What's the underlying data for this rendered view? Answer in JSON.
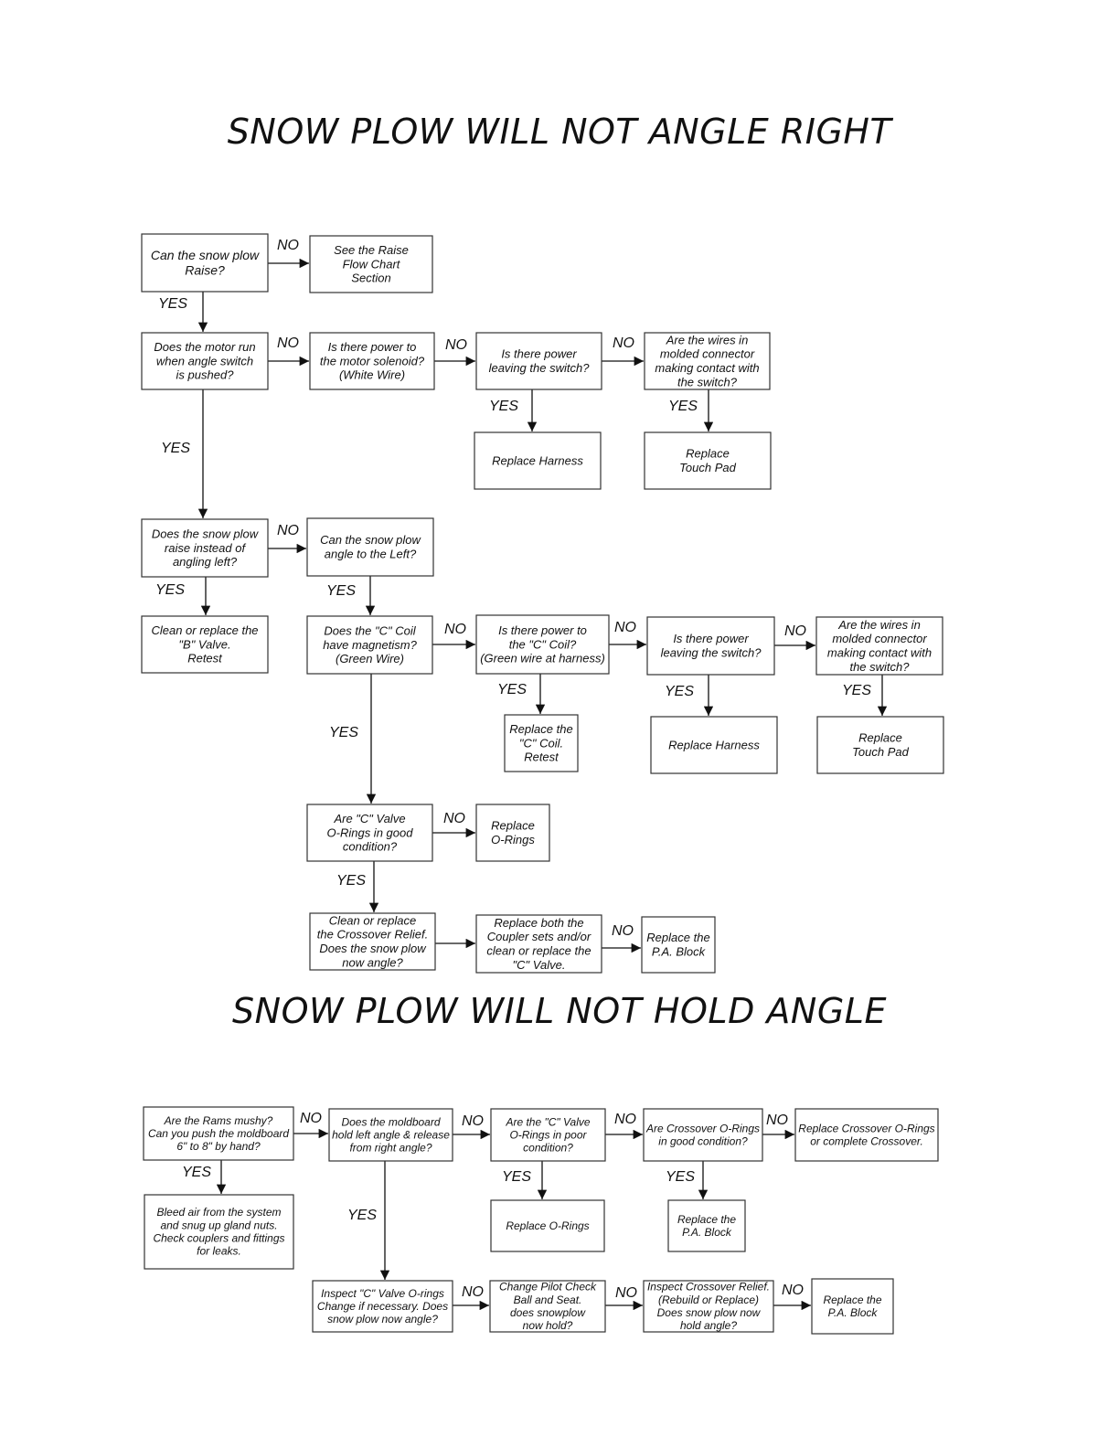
{
  "titles": {
    "angle_right": "SNOW PLOW WILL NOT ANGLE RIGHT",
    "hold_angle": "SNOW PLOW WILL NOT HOLD ANGLE"
  },
  "nodes": {
    "raise_q": [
      "Can the snow plow",
      "Raise?"
    ],
    "raise_chart": [
      "See the Raise",
      "Flow Chart",
      "Section"
    ],
    "motor_q": [
      "Does the motor run",
      "when angle switch",
      "is pushed?"
    ],
    "power_solenoid_q": [
      "Is there power to",
      "the motor solenoid?",
      "(White Wire)"
    ],
    "power_switch_q1": [
      "Is there power",
      "leaving the switch?"
    ],
    "wires_q1": [
      "Are the wires in",
      "molded connector",
      "making contact with",
      "the switch?"
    ],
    "replace_harness1": [
      "Replace Harness"
    ],
    "replace_touchpad1": [
      "Replace",
      "Touch Pad"
    ],
    "raise_instead_q": [
      "Does the snow plow",
      "raise instead of",
      "angling left?"
    ],
    "angle_left_q": [
      "Can the snow plow",
      "angle to the Left?"
    ],
    "b_valve": [
      "Clean or replace the",
      "\"B\" Valve.",
      "Retest"
    ],
    "c_coil_q": [
      "Does the \"C\" Coil",
      "have magnetism?",
      "(Green Wire)"
    ],
    "power_c_coil_q": [
      "Is there power to",
      "the \"C\" Coil?",
      "(Green wire at harness)"
    ],
    "power_switch_q2": [
      "Is there power",
      "leaving the switch?"
    ],
    "wires_q2": [
      "Are the wires in",
      "molded connector",
      "making contact with",
      "the switch?"
    ],
    "replace_c_coil": [
      "Replace the",
      "\"C\" Coil.",
      "Retest"
    ],
    "replace_harness2": [
      "Replace Harness"
    ],
    "replace_touchpad2": [
      "Replace",
      "Touch Pad"
    ],
    "c_valve_orings_q": [
      "Are \"C\" Valve",
      "O-Rings in good",
      "condition?"
    ],
    "replace_orings1": [
      "Replace",
      "O-Rings"
    ],
    "crossover_relief_q": [
      "Clean or replace",
      "the Crossover Relief.",
      "Does the snow plow",
      "now angle?"
    ],
    "coupler_q": [
      "Replace both the",
      "Coupler sets and/or",
      "clean or replace the",
      "\"C\" Valve."
    ],
    "replace_pa1": [
      "Replace the",
      "P.A. Block"
    ],
    "rams_mushy_q": [
      "Are the Rams mushy?",
      "Can you push the moldboard",
      "6\" to 8\"  by hand?"
    ],
    "moldboard_q": [
      "Does the moldboard",
      "hold left angle & release",
      "from right angle?"
    ],
    "c_valve_poor_q": [
      "Are the \"C\" Valve",
      "O-Rings in poor",
      "condition?"
    ],
    "crossover_orings_q": [
      "Are Crossover O-Rings",
      "in good condition?"
    ],
    "replace_crossover": [
      "Replace Crossover O-Rings",
      "or complete Crossover."
    ],
    "bleed_air": [
      "Bleed air from the system",
      "and snug up gland nuts.",
      "Check couplers and fittings",
      "for leaks."
    ],
    "replace_orings2": [
      "Replace O-Rings"
    ],
    "replace_pa2": [
      "Replace the",
      "P.A. Block"
    ],
    "inspect_c_valve": [
      "Inspect \"C\" Valve O-rings",
      "Change if necessary. Does",
      "snow plow now angle?"
    ],
    "pilot_check": [
      "Change Pilot Check",
      "Ball and Seat.",
      "does snowplow",
      "now hold?"
    ],
    "inspect_crossover": [
      "Inspect Crossover Relief.",
      "(Rebuild or Replace)",
      "Does snow plow now",
      "hold angle?"
    ],
    "replace_pa3": [
      "Replace the",
      "P.A. Block"
    ]
  },
  "labels": {
    "no": "NO",
    "yes": "YES"
  }
}
